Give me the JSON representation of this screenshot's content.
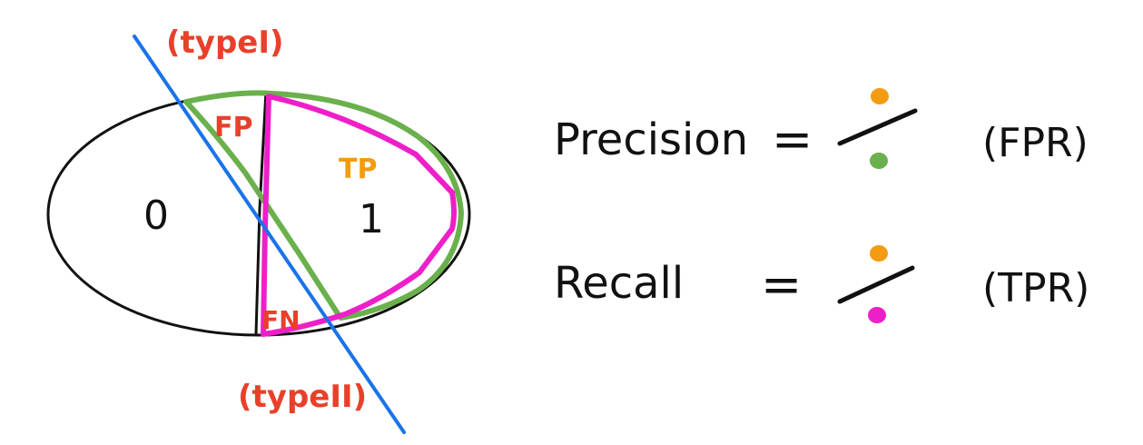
{
  "diagram": {
    "labels": {
      "type1": "(typeI)",
      "type2": "(typeII)",
      "fp": "FP",
      "tp": "TP",
      "fn": "FN",
      "class0": "0",
      "class1": "1"
    },
    "formulas": [
      {
        "name": "precision",
        "label": "Precision",
        "equals": "=",
        "numerator_dot": "orange",
        "denominator_dot": "green",
        "alias": "(FPR)"
      },
      {
        "name": "recall",
        "label": "Recall",
        "equals": "=",
        "numerator_dot": "orange",
        "denominator_dot": "magenta",
        "alias": "(TPR)"
      }
    ],
    "colors": {
      "red": "#e8402a",
      "orange": "#f39c12",
      "green": "#6ab04c",
      "magenta": "#ee1fc9",
      "blue": "#1a73e8",
      "ink": "#111111"
    }
  }
}
